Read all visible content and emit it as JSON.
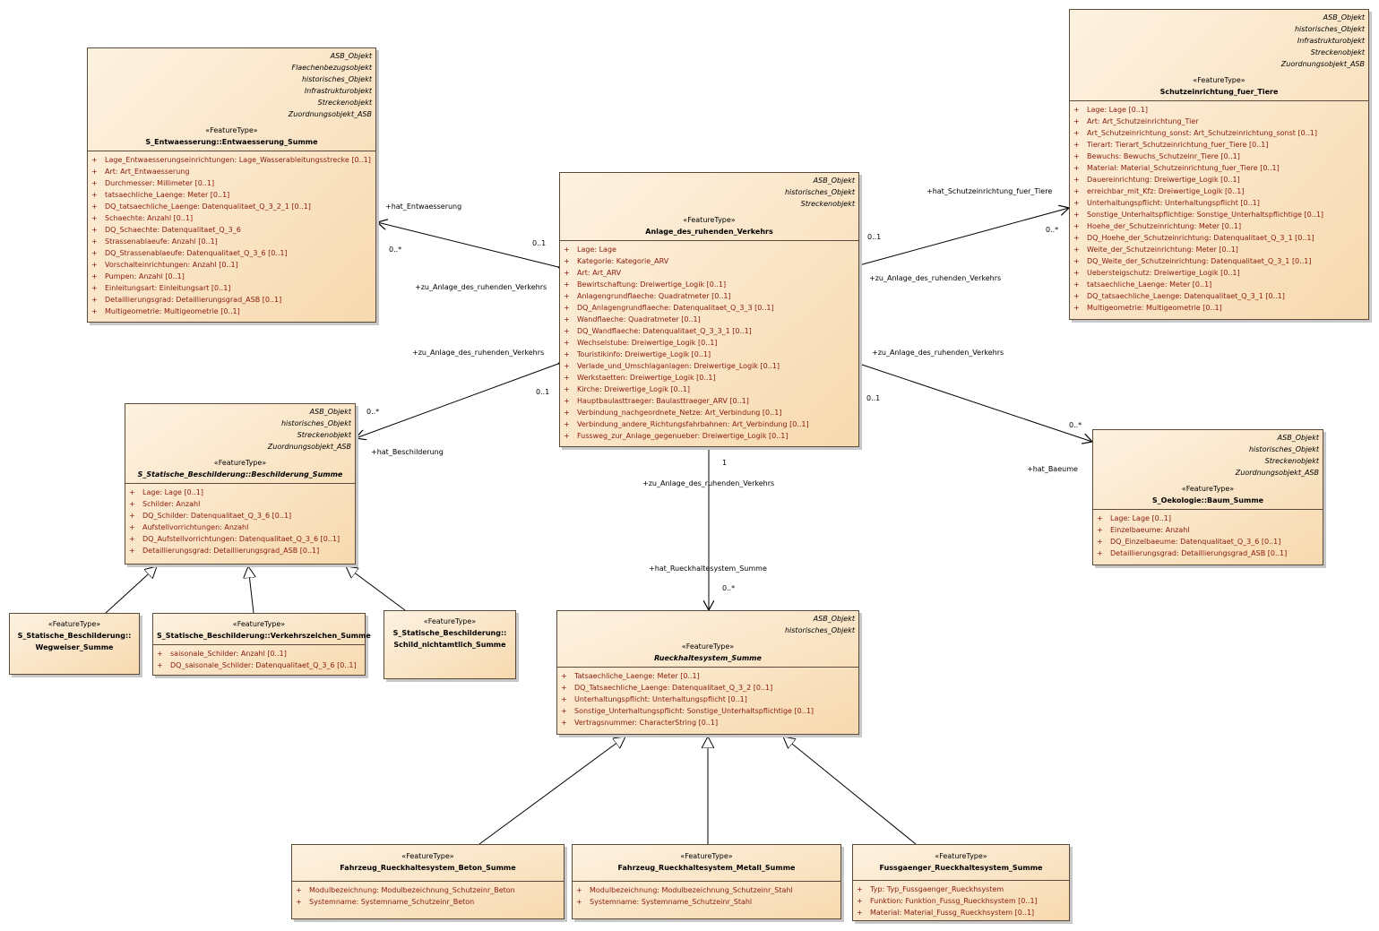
{
  "classes": {
    "entwaesserung": {
      "parents": [
        "ASB_Objekt",
        "Flaechenbezugsobjekt",
        "historisches_Objekt",
        "Infrastrukturobjekt",
        "Streckenobjekt",
        "Zuordnungsobjekt_ASB"
      ],
      "stereotype": "«FeatureType»",
      "name": "S_Entwaesserung::Entwaesserung_Summe",
      "attributes": [
        "Lage_Entwaesserungseinrichtungen: Lage_Wasserableitungsstrecke [0..1]",
        "Art: Art_Entwaesserung",
        "Durchmesser: Millimeter [0..1]",
        "tatsaechliche_Laenge: Meter [0..1]",
        "DQ_tatsaechliche_Laenge: Datenqualitaet_Q_3_2_1 [0..1]",
        "Schaechte: Anzahl [0..1]",
        "DQ_Schaechte: Datenqualitaet_Q_3_6",
        "Strassenablaeufe: Anzahl [0..1]",
        "DQ_Strassenablaeufe: Datenqualitaet_Q_3_6 [0..1]",
        "Vorschalteinrichtungen: Anzahl [0..1]",
        "Pumpen: Anzahl [0..1]",
        "Einleitungsart: Einleitungsart [0..1]",
        "Detaillierungsgrad: Detaillierungsgrad_ASB [0..1]",
        "Multigeometrie: Multigeometrie [0..1]"
      ]
    },
    "anlage": {
      "parents": [
        "ASB_Objekt",
        "historisches_Objekt",
        "Streckenobjekt"
      ],
      "stereotype": "«FeatureType»",
      "name": "Anlage_des_ruhenden_Verkehrs",
      "attributes": [
        "Lage: Lage",
        "Kategorie: Kategorie_ARV",
        "Art: Art_ARV",
        "Bewirtschaftung: Dreiwertige_Logik [0..1]",
        "Anlagengrundflaeche: Quadratmeter [0..1]",
        "DQ_Anlagengrundflaeche: Datenqualitaet_Q_3_3 [0..1]",
        "Wandflaeche: Quadratmeter [0..1]",
        "DQ_Wandflaeche: Datenqualitaet_Q_3_3_1 [0..1]",
        "Wechselstube: Dreiwertige_Logik [0..1]",
        "Touristikinfo: Dreiwertige_Logik [0..1]",
        "Verlade_und_Umschlaganlagen: Dreiwertige_Logik [0..1]",
        "Werkstaetten: Dreiwertige_Logik [0..1]",
        "Kirche: Dreiwertige_Logik [0..1]",
        "Hauptbaulasttraeger: Baulasttraeger_ARV [0..1]",
        "Verbindung_nachgeordnete_Netze: Art_Verbindung [0..1]",
        "Verbindung_andere_Richtungsfahrbahnen: Art_Verbindung [0..1]",
        "Fussweg_zur_Anlage_gegenueber: Dreiwertige_Logik [0..1]"
      ]
    },
    "schutz": {
      "parents": [
        "ASB_Objekt",
        "historisches_Objekt",
        "Infrastrukturobjekt",
        "Streckenobjekt",
        "Zuordnungsobjekt_ASB"
      ],
      "stereotype": "«FeatureType»",
      "name": "Schutzeinrichtung_fuer_Tiere",
      "attributes": [
        "Lage: Lage [0..1]",
        "Art: Art_Schutzeinrichtung_Tier",
        "Art_Schutzeinrichtung_sonst: Art_Schutzeinrichtung_sonst [0..1]",
        "Tierart: Tierart_Schutzeinrichtung_fuer_Tiere [0..1]",
        "Bewuchs: Bewuchs_Schutzeinr_Tiere [0..1]",
        "Material: Material_Schutzeinrichtung_fuer_Tiere [0..1]",
        "Dauereinrichtung: Dreiwertige_Logik [0..1]",
        "erreichbar_mit_Kfz: Dreiwertige_Logik [0..1]",
        "Unterhaltungspflicht: Unterhaltungspflicht [0..1]",
        "Sonstige_Unterhaltspflichtige: Sonstige_Unterhaltspflichtige [0..1]",
        "Hoehe_der_Schutzeinrichtung: Meter [0..1]",
        "DQ_Hoehe_der_Schutzeinrichtung: Datenqualitaet_Q_3_1 [0..1]",
        "Weite_der_Schutzeinrichtung: Meter [0..1]",
        "DQ_Weite_der_Schutzeinrichtung: Datenqualitaet_Q_3_1 [0..1]",
        "Uebersteigschutz: Dreiwertige_Logik [0..1]",
        "tatsaechliche_Laenge: Meter [0..1]",
        "DQ_tatsaechliche_Laenge: Datenqualitaet_Q_3_1 [0..1]",
        "Multigeometrie: Multigeometrie [0..1]"
      ]
    },
    "beschilderung": {
      "parents": [
        "ASB_Objekt",
        "historisches_Objekt",
        "Streckenobjekt",
        "Zuordnungsobjekt_ASB"
      ],
      "stereotype": "«FeatureType»",
      "name": "S_Statische_Beschilderung::Beschilderung_Summe",
      "attributes": [
        "Lage: Lage [0..1]",
        "Schilder: Anzahl",
        "DQ_Schilder: Datenqualitaet_Q_3_6 [0..1]",
        "Aufstellvorrichtungen: Anzahl",
        "DQ_Aufstellvorrichtungen: Datenqualitaet_Q_3_6 [0..1]",
        "Detaillierungsgrad: Detaillierungsgrad_ASB [0..1]"
      ]
    },
    "baum": {
      "parents": [
        "ASB_Objekt",
        "historisches_Objekt",
        "Streckenobjekt",
        "Zuordnungsobjekt_ASB"
      ],
      "stereotype": "«FeatureType»",
      "name": "S_Oekologie::Baum_Summe",
      "attributes": [
        "Lage: Lage [0..1]",
        "Einzelbaeume: Anzahl",
        "DQ_Einzelbaeume: Datenqualitaet_Q_3_6 [0..1]",
        "Detaillierungsgrad: Detaillierungsgrad_ASB [0..1]"
      ]
    },
    "rueckhalt": {
      "parents": [
        "ASB_Objekt",
        "historisches_Objekt"
      ],
      "stereotype": "«FeatureType»",
      "name": "Rueckhaltesystem_Summe",
      "attributes": [
        "Tatsaechliche_Laenge: Meter [0..1]",
        "DQ_Tatsaechliche_Laenge: Datenqualitaet_Q_3_2 [0..1]",
        "Unterhaltungspflicht: Unterhaltungspflicht [0..1]",
        "Sonstige_Unterhaltungspflicht: Sonstige_Unterhaltspflichtige [0..1]",
        "Vertragsnummer: CharacterString [0..1]"
      ]
    },
    "wegweiser": {
      "stereotype": "«FeatureType»",
      "name_lines": [
        "S_Statische_Beschilderung::",
        "Wegweiser_Summe"
      ]
    },
    "verkehrszeichen": {
      "stereotype": "«FeatureType»",
      "name": "S_Statische_Beschilderung::Verkehrszeichen_Summe",
      "attributes": [
        "saisonale_Schilder: Anzahl [0..1]",
        "DQ_saisonale_Schilder: Datenqualitaet_Q_3_6 [0..1]"
      ]
    },
    "schild": {
      "stereotype": "«FeatureType»",
      "name_lines": [
        "S_Statische_Beschilderung::",
        "Schild_nichtamtlich_Summe"
      ]
    },
    "beton": {
      "stereotype": "«FeatureType»",
      "name": "Fahrzeug_Rueckhaltesystem_Beton_Summe",
      "attributes": [
        "Modulbezeichnung: Modulbezeichnung_Schutzeinr_Beton",
        "Systemname: Systemname_Schutzeinr_Beton"
      ]
    },
    "metall": {
      "stereotype": "«FeatureType»",
      "name": "Fahrzeug_Rueckhaltesystem_Metall_Summe",
      "attributes": [
        "Modulbezeichnung: Modulbezeichnung_Schutzeinr_Stahl",
        "Systemname: Systemname_Schutzeinr_Stahl"
      ]
    },
    "fussgaenger": {
      "stereotype": "«FeatureType»",
      "name": "Fussgaenger_Rueckhaltesystem_Summe",
      "attributes": [
        "Typ: Typ_Fussgaenger_Rueckhsystem",
        "Funktion: Funktion_Fussg_Rueckhsystem [0..1]",
        "Material: Material_Fussg_Rueckhsystem [0..1]"
      ]
    }
  },
  "visibility_marker": "+",
  "labels": {
    "hat_entwaesserung": "+hat_Entwaesserung",
    "mult_entw_many": "0..*",
    "mult_entw_one": "0..1",
    "zu_arv_1": "+zu_Anlage_des_ruhenden_Verkehrs",
    "hat_schutz": "+hat_Schutzeinrichtung_fuer_Tiere",
    "mult_schutz_one": "0..1",
    "mult_schutz_many": "0..*",
    "zu_arv_2": "+zu_Anlage_des_ruhenden_Verkehrs",
    "zu_arv_3": "+zu_Anlage_des_ruhenden_Verkehrs",
    "mult_besch_one": "0..1",
    "mult_besch_many": "0..*",
    "hat_beschilderung": "+hat_Beschilderung",
    "zu_arv_4": "+zu_Anlage_des_ruhenden_Verkehrs",
    "mult_baum_one": "0..1",
    "mult_baum_many": "0..*",
    "hat_baeume": "+hat_Baeume",
    "mult_rueck_one": "1",
    "zu_arv_5": "+zu_Anlage_des_ruhenden_Verkehrs",
    "hat_rueckhalt": "+hat_Rueckhaltesystem_Summe",
    "mult_rueck_many": "0..*"
  },
  "colors": {
    "box_fill_light": "#fdf2e1",
    "box_fill_dark": "#f7d9ae",
    "border": "#5a4a3a",
    "attribute_text": "#8a1a0a"
  }
}
